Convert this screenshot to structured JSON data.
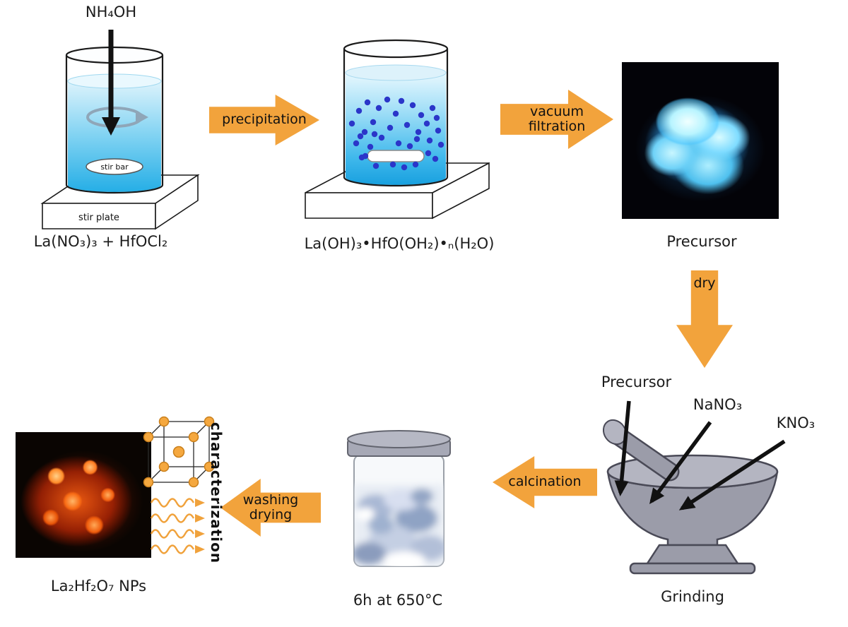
{
  "figure": {
    "background": "#ffffff",
    "accent_arrow_color": "#F2A33C",
    "text_color": "#1a1a1a",
    "precipitate_dot_color": "#2b36c9"
  },
  "labels": {
    "nh4oh": "NH₄OH",
    "stir_bar": "stir bar",
    "stir_plate": "stir plate",
    "beaker1_caption": "La(NO₃)₃ + HfOCl₂",
    "beaker2_caption": "La(OH)₃•HfO(OH₂)•ₙ(H₂O)",
    "precursor_caption": "Precursor",
    "mortar_input_1": "Precursor",
    "mortar_input_2": "NaNO₃",
    "mortar_input_3": "KNO₃",
    "grinding_caption": "Grinding",
    "jar_caption": "6h at 650°C",
    "product_caption": "La₂Hf₂O₇ NPs",
    "characterization": "characterization"
  },
  "arrows": {
    "precipitation": "precipitation",
    "vacuum_line1": "vacuum",
    "vacuum_line2": "filtration",
    "dry": "dry",
    "calcination": "calcination",
    "washing_line1": "washing",
    "washing_line2": "drying"
  }
}
